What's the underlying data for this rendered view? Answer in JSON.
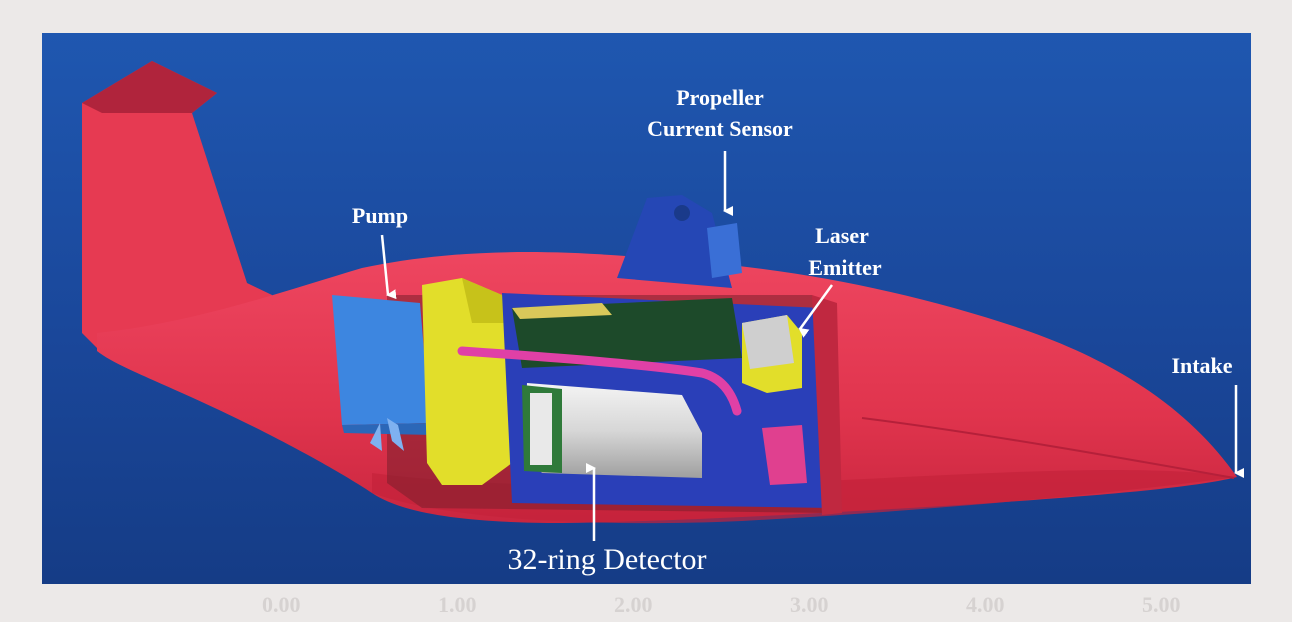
{
  "labels": {
    "propeller_line1": "Propeller",
    "propeller_line2": "Current Sensor",
    "pump": "Pump",
    "laser_line1": "Laser",
    "laser_line2": "Emitter",
    "intake": "Intake",
    "detector": "32-ring Detector"
  },
  "background_ticks": [
    "0.00",
    "1.00",
    "2.00",
    "3.00",
    "4.00",
    "5.00"
  ],
  "colors": {
    "background_blue": "#1f4fa3",
    "body_red": "#e63a52",
    "fin_dark": "#b0243c",
    "yellow": "#e2de2a",
    "green": "#2f7a3a",
    "pink": "#e040a6",
    "light_blue": "#3d86e0",
    "arrow": "#ffffff"
  }
}
